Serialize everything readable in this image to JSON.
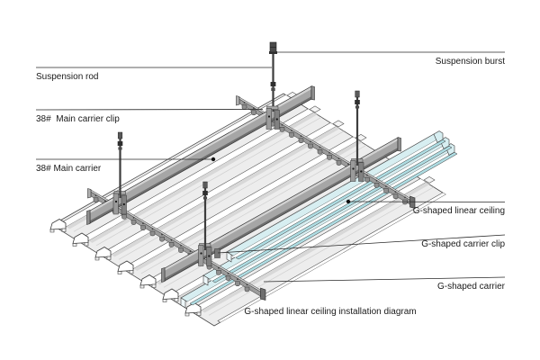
{
  "caption": "G-shaped linear ceiling installation diagram",
  "labels": {
    "suspension_rod": "Suspension rod",
    "main_carrier_clip": "38#  Main carrier clip",
    "main_carrier": "38# Main carrier",
    "suspension_burst": "Suspension burst",
    "linear_ceiling": "G-shaped linear ceiling",
    "carrier_clip": "G-shaped carrier clip",
    "carrier": "G-shaped carrier"
  },
  "palette": {
    "background": "#ffffff",
    "deck_fill": "#ededed",
    "rib_white": "#ffffff",
    "carrier_light": "#d2d2d2",
    "carrier_gray": "#a6a6a6",
    "carrier_dark": "#6f6f6f",
    "gcarrier_gray": "#9c9c9c",
    "panel_cyan": "#d7eef1",
    "panel_cyan_shade": "#aedce2",
    "rod_gray": "#3d3d3d",
    "line_color": "#2a2a2a",
    "text_color": "#1a1a1a"
  }
}
